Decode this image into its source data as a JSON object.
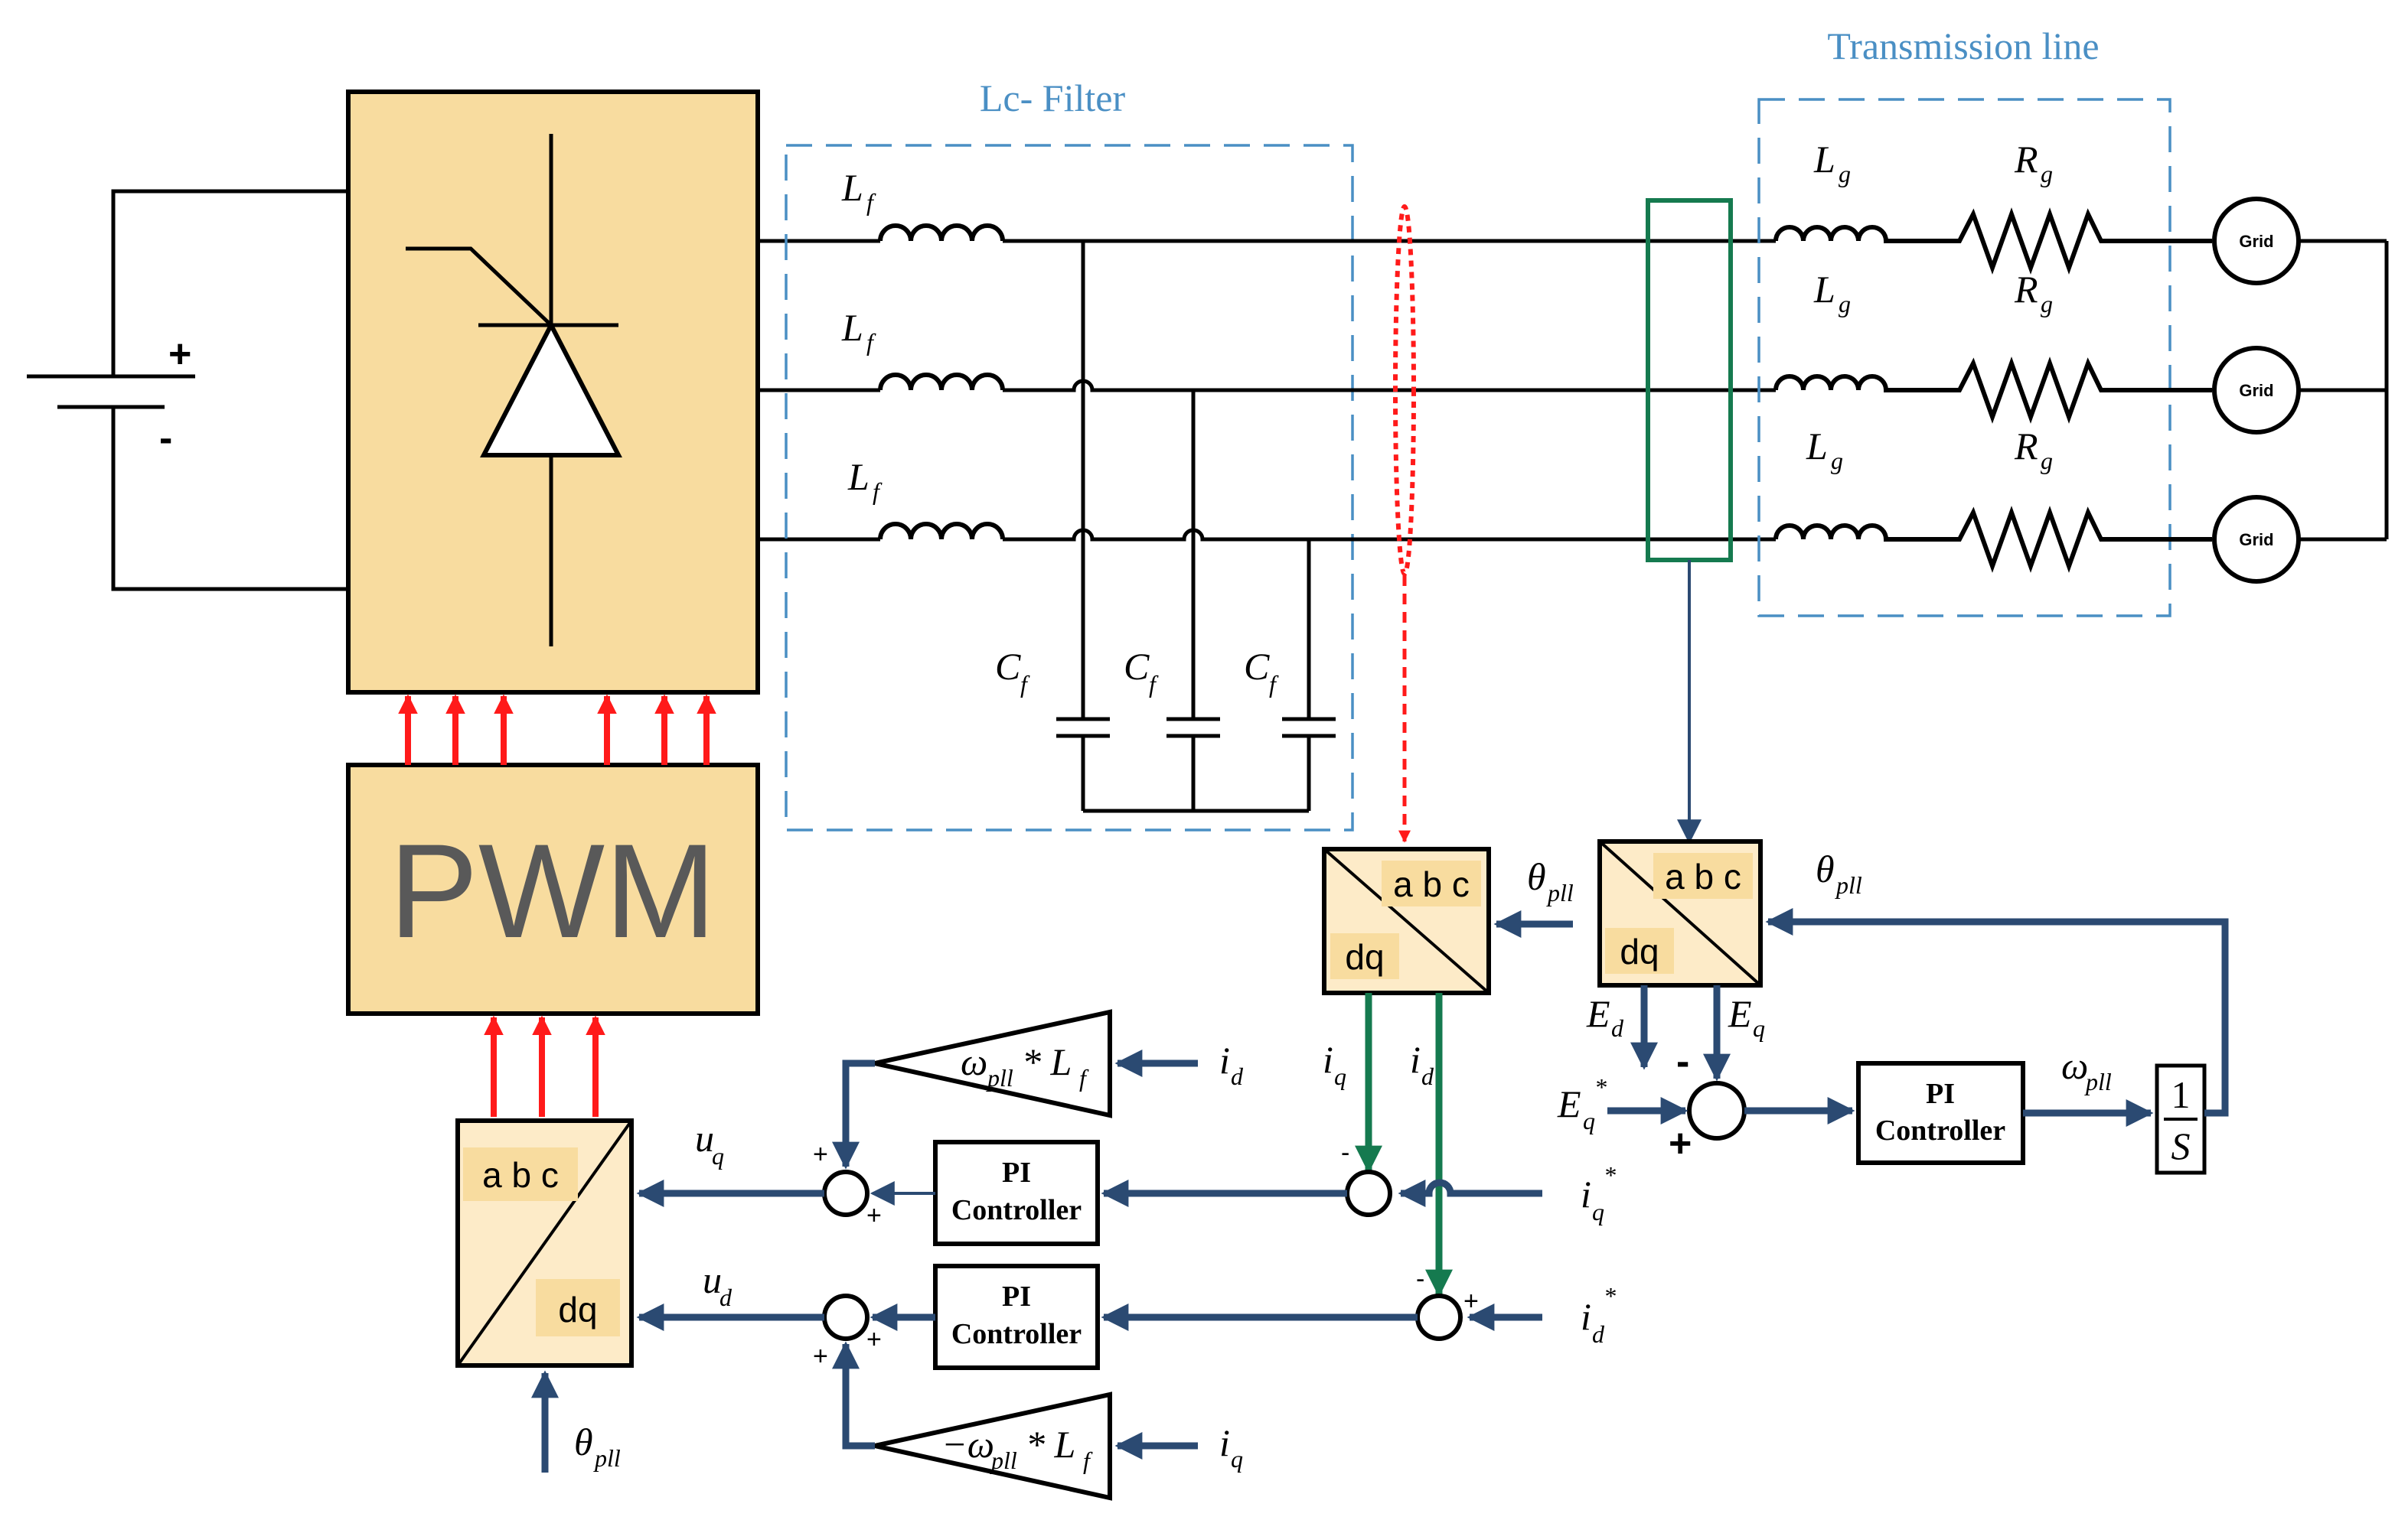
{
  "labels": {
    "lc_filter": "Lc- Filter",
    "transmission_line": "Transmission line",
    "pwm": "PWM",
    "grid": "Grid",
    "pi_controller_line1": "PI",
    "pi_controller_line2": "Controller",
    "abc": "a b c",
    "dq": "dq",
    "dc_plus": "+",
    "dc_minus": "-",
    "integrator_num": "1",
    "integrator_den": "S"
  },
  "symbols": {
    "Lf": {
      "main": "L",
      "sub": "f"
    },
    "Cf": {
      "main": "C",
      "sub": "f"
    },
    "Lg": {
      "main": "L",
      "sub": "g"
    },
    "Rg": {
      "main": "R",
      "sub": "g"
    },
    "theta_pll": {
      "main": "θ",
      "sub": "pll"
    },
    "omega_pll": {
      "main": "ω",
      "sub": "pll"
    },
    "Ed": {
      "main": "E",
      "sub": "d"
    },
    "Eq": {
      "main": "E",
      "sub": "q"
    },
    "Eq_ref": {
      "main": "E",
      "sub": "q",
      "sup": "*"
    },
    "iq": {
      "main": "i",
      "sub": "q"
    },
    "id": {
      "main": "i",
      "sub": "d"
    },
    "iq_ref": {
      "main": "i",
      "sub": "q",
      "sup": "*"
    },
    "id_ref": {
      "main": "i",
      "sub": "d",
      "sup": "*"
    },
    "uq": {
      "main": "u",
      "sub": "q"
    },
    "ud": {
      "main": "u",
      "sub": "d"
    },
    "gain_top": {
      "main": "ω",
      "sub": "pll",
      "rest": " * L",
      "sub2": "f"
    },
    "gain_bottom": {
      "main": "−ω",
      "sub": "pll",
      "rest": " * L",
      "sub2": "f"
    }
  },
  "signs": {
    "plus": "+",
    "minus": "-"
  },
  "colors": {
    "block_fill": "#f8dc9f",
    "transform_fill": "#fdebc8",
    "signal_blue": "#2b4a72",
    "pwm_red": "#ff1a1a",
    "green": "#157a4f",
    "dash_blue": "#4a8fc4"
  }
}
